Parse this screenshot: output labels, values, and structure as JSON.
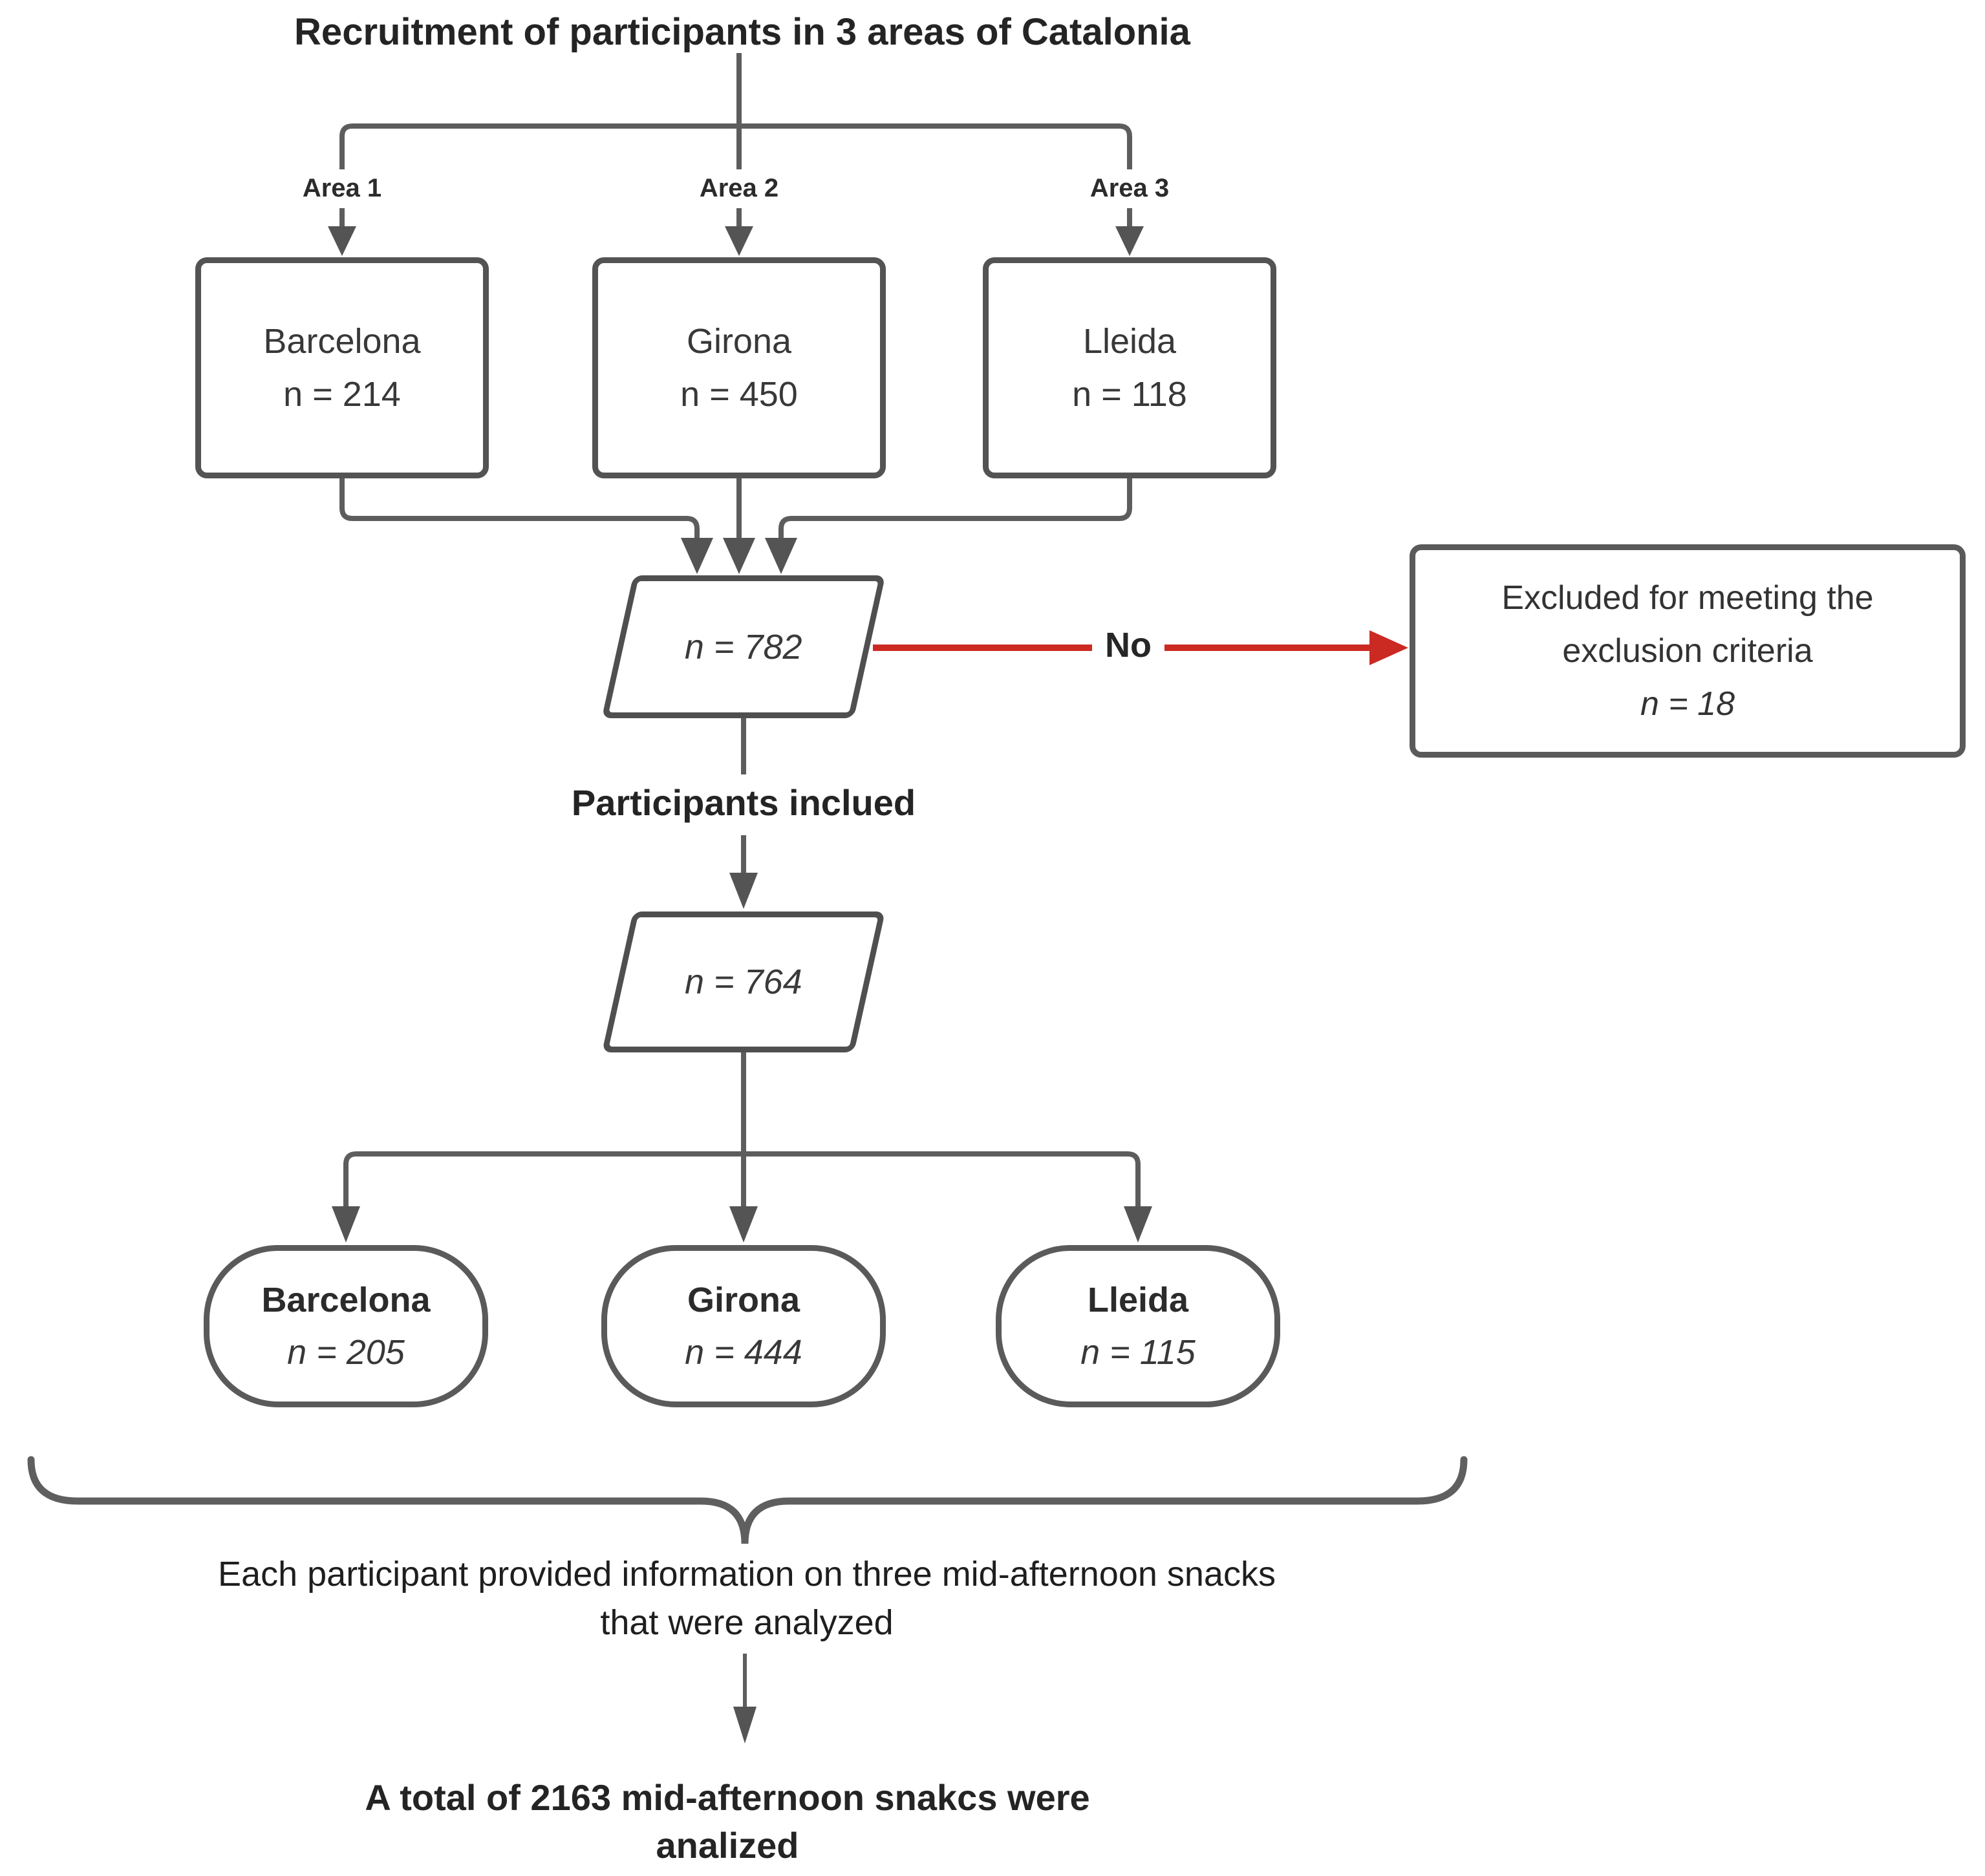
{
  "title": "Recruitment of participants in 3 areas of Catalonia",
  "recruitment": {
    "areas": [
      {
        "label": "Area 1",
        "city": "Barcelona",
        "n": "n = 214"
      },
      {
        "label": "Area 2",
        "city": "Girona",
        "n": "n = 450"
      },
      {
        "label": "Area 3",
        "city": "Lleida",
        "n": "n = 118"
      }
    ]
  },
  "screened": {
    "n": "n = 782"
  },
  "exclusion": {
    "no_label": "No",
    "line1": "Excluded for meeting the",
    "line2": "exclusion criteria",
    "n": "n = 18"
  },
  "included": {
    "heading": "Participants inclued",
    "n": "n = 764"
  },
  "included_cities": [
    {
      "city": "Barcelona",
      "n": "n = 205"
    },
    {
      "city": "Girona",
      "n": "n = 444"
    },
    {
      "city": "Lleida",
      "n": "n = 115"
    }
  ],
  "brace_note": {
    "line1": "Each participant provided information on three  mid-afternoon snacks",
    "line2": "that were analyzed"
  },
  "total": {
    "line1": "A total of 2163 mid-afternoon snakcs were",
    "line2": "analized"
  },
  "colors": {
    "connector_gray": "#5d5d5d",
    "border_gray": "#535353",
    "arrow_red": "#cb2a23",
    "text_dark": "#2b2b2b"
  }
}
